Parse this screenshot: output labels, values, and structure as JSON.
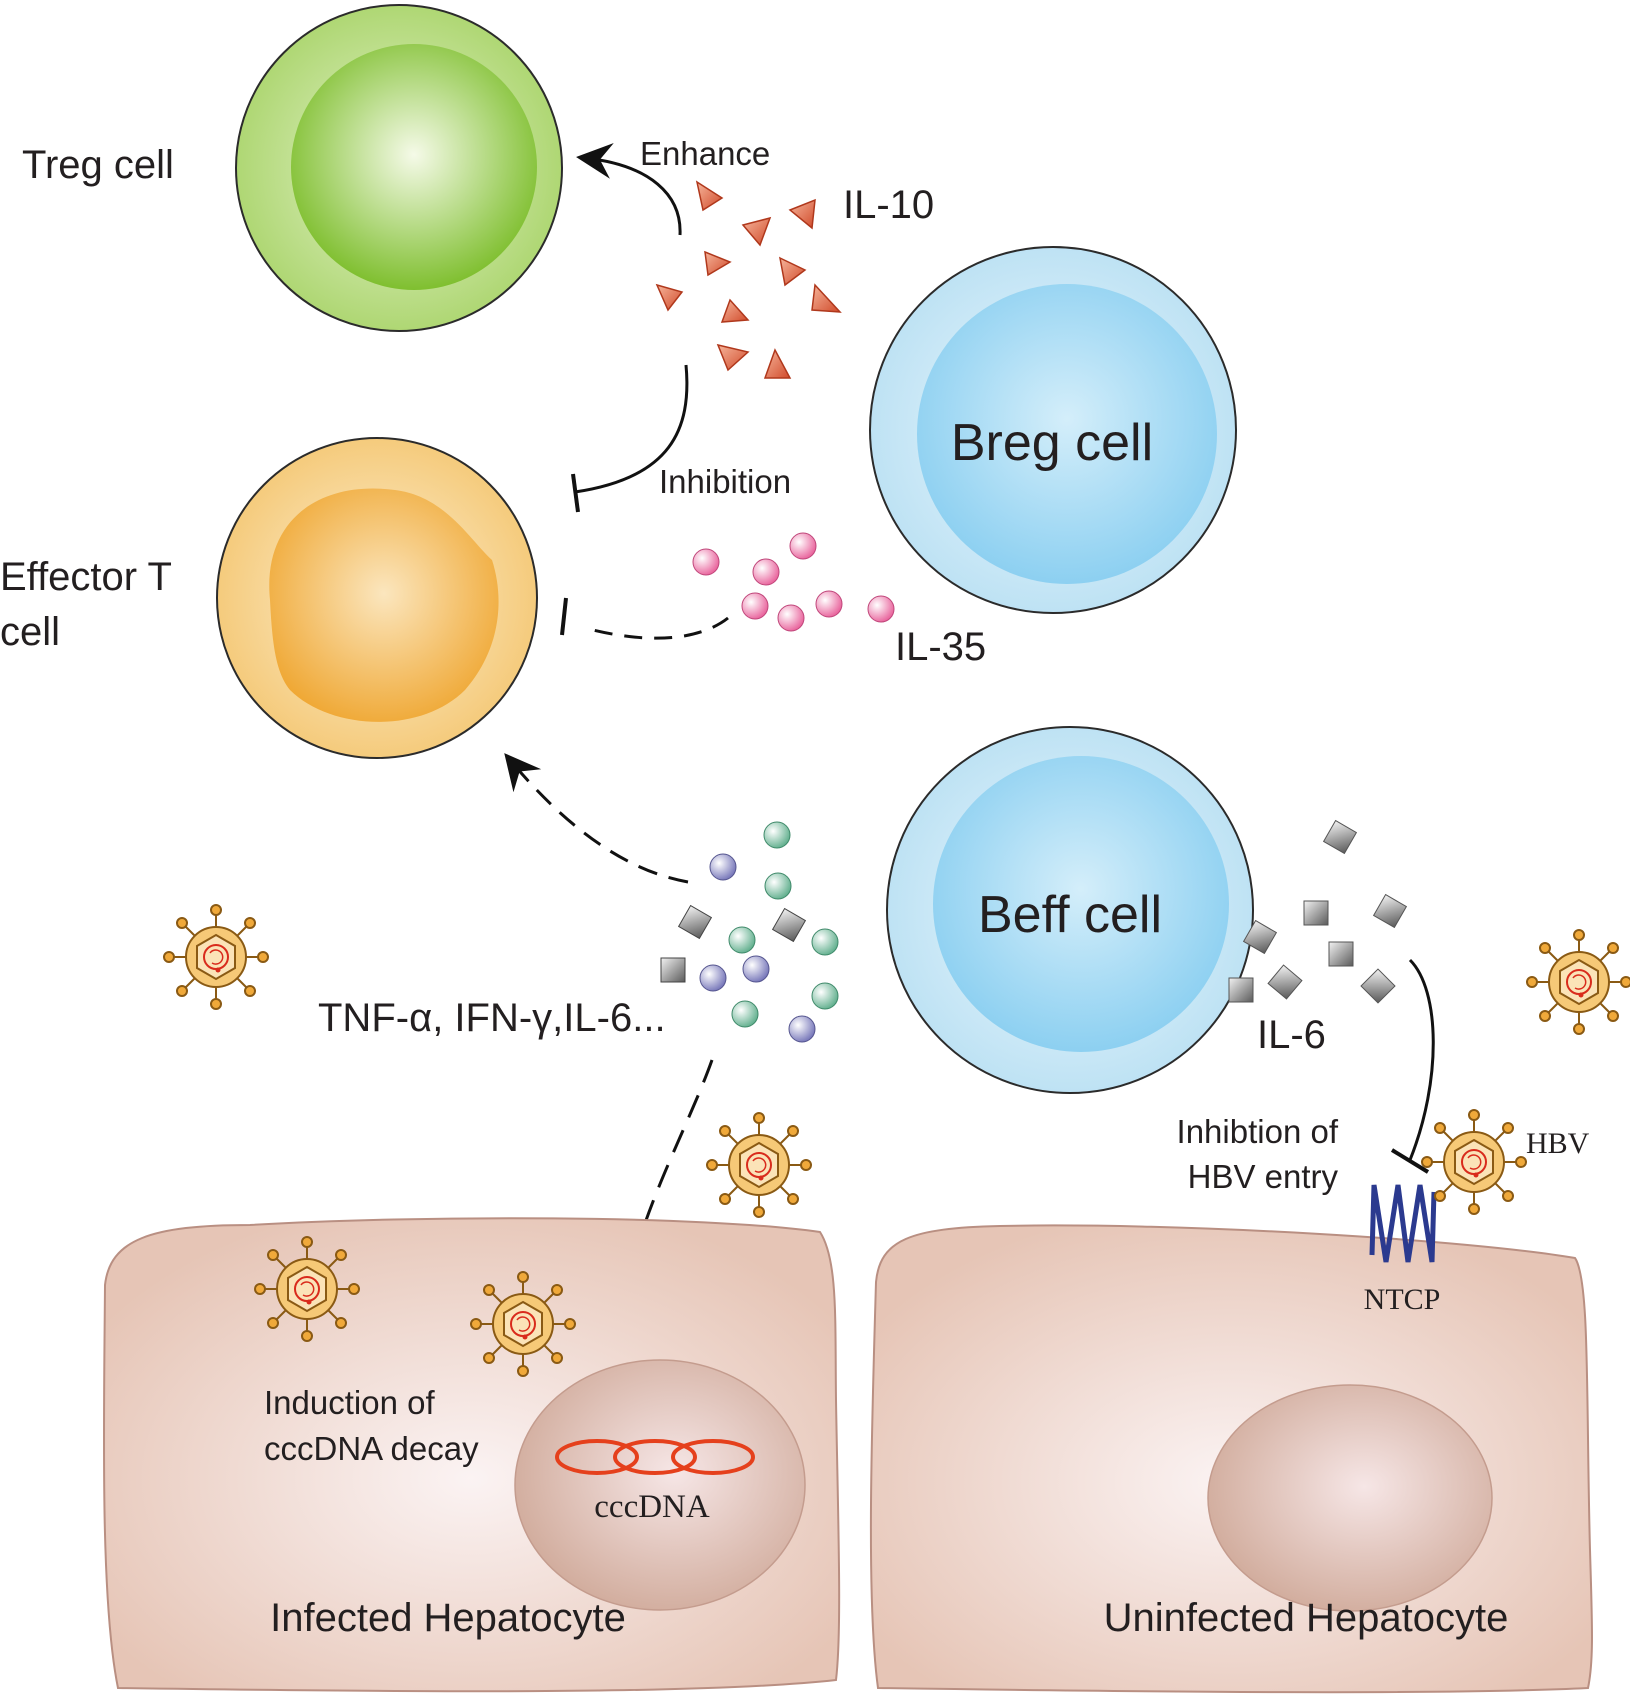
{
  "labels": {
    "treg": "Treg cell",
    "enhance": "Enhance",
    "il10": "IL-10",
    "breg": "Breg cell",
    "inhibition": "Inhibition",
    "effector_line1": "Effector T",
    "effector_line2": "cell",
    "il35": "IL-35",
    "beff": "Beff cell",
    "cytokines": "TNF-α, IFN-γ,IL-6...",
    "il6": "IL-6",
    "inhib_entry_line1": "Inhibtion of",
    "inhib_entry_line2": "HBV entry",
    "hbv": "HBV",
    "ntcp": "NTCP",
    "induction_line1": "Induction of",
    "induction_line2": "cccDNA decay",
    "cccdna": "cccDNA",
    "infected": "Infected Hepatocyte",
    "uninfected": "Uninfected Hepatocyte"
  },
  "colors": {
    "treg_outer": "#b5d97a",
    "treg_inner": "#8cc63f",
    "breg_outer": "#c7e6f5",
    "breg_inner": "#8fcfee",
    "cell_border": "#2b2b2b",
    "effector_outer": "#f7cf86",
    "effector_inner": "#f2ae3d",
    "il10_triangle": "#d85a3a",
    "il35_sphere": "#e96a9e",
    "cytokine_green": "#6dbb9a",
    "cytokine_purple": "#8585c2",
    "il6_square": "#6b6b6b",
    "hepatocyte_fill": "#e8cbbe",
    "nucleus_fill": "#d7b3a5",
    "cccdna_ring": "#e5401c",
    "ntcp": "#2b3a8f",
    "virus_gold": "#e2a437"
  }
}
